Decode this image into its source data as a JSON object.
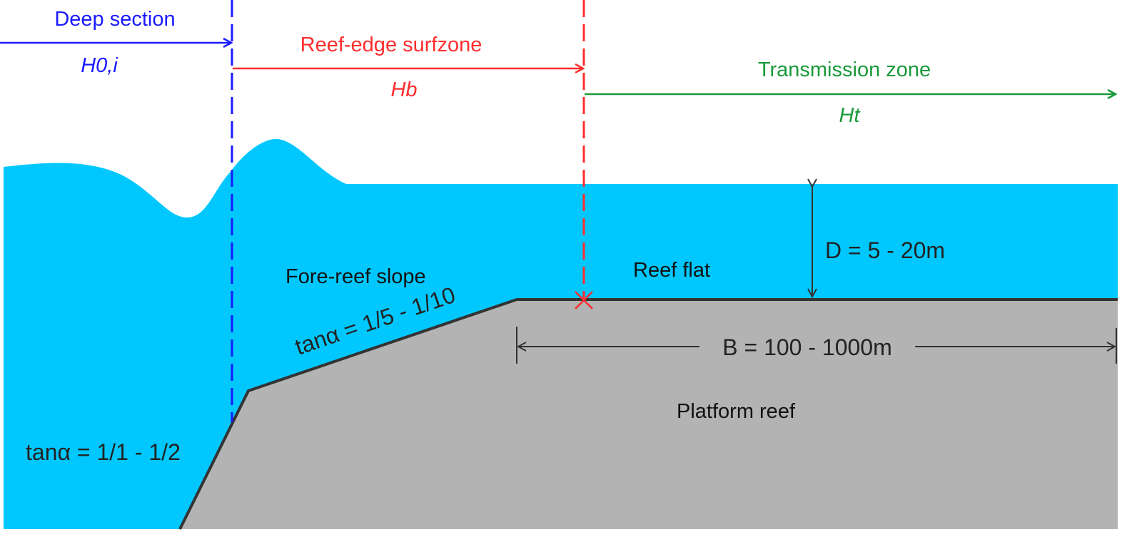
{
  "zones": {
    "deep": {
      "label": "Deep section",
      "height": "H0,i",
      "color": "#1a1aff"
    },
    "surf": {
      "label": "Reef-edge surfzone",
      "height": "Hb",
      "color": "#ff2d2d"
    },
    "trans": {
      "label": "Transmission zone",
      "height": "Ht",
      "color": "#1a9a3a"
    }
  },
  "labels": {
    "fore_reef": "Fore-reef slope",
    "fore_slope": "tanα = 1/5 - 1/10",
    "steep_slope": "tanα = 1/1 - 1/2",
    "reef_flat": "Reef flat",
    "depth": "D = 5 - 20m",
    "width": "B = 100 - 1000m",
    "platform": "Platform reef"
  },
  "colors": {
    "water": "#00c8ff",
    "reef": "#b3b3b3",
    "outline": "#333333",
    "text": "#222222"
  }
}
